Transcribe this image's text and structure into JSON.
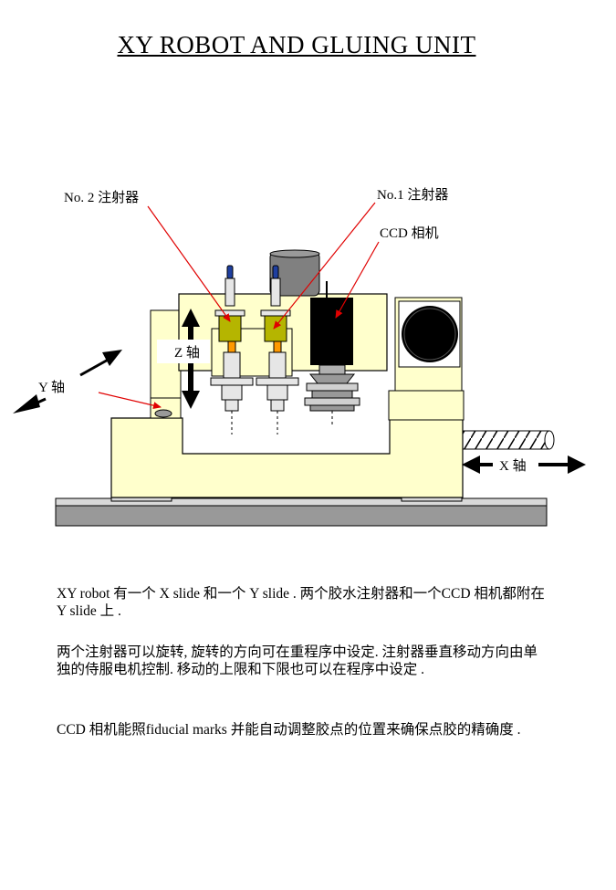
{
  "title": "XY  ROBOT AND GLUING UNIT",
  "labels": {
    "no2_syringe": "No. 2 注射器",
    "no1_syringe": "No.1 注射器",
    "ccd_camera": "CCD 相机",
    "z_axis": "Z 轴",
    "y_axis": "Y 轴",
    "x_axis": "X 轴"
  },
  "colors": {
    "frame": "#ffffcc",
    "outline": "#000000",
    "syringe_olive": "#b5b500",
    "syringe_orange": "#ff9900",
    "motor_gray": "#808080",
    "base_gray": "#999999",
    "valve_blue": "#1f3fa0",
    "arrow_red": "#e00000"
  },
  "paragraphs": [
    "XY robot 有一个 X slide 和一个 Y slide . 两个胶水注射器和一个CCD 相机都附在Y slide 上 .",
    "两个注射器可以旋转, 旋转的方向可在重程序中设定. 注射器垂直移动方向由单独的侍服电机控制. 移动的上限和下限也可以在程序中设定 .",
    "CCD 相机能照fiducial marks 并能自动调整胶点的位置来确保点胶的精确度 ."
  ]
}
